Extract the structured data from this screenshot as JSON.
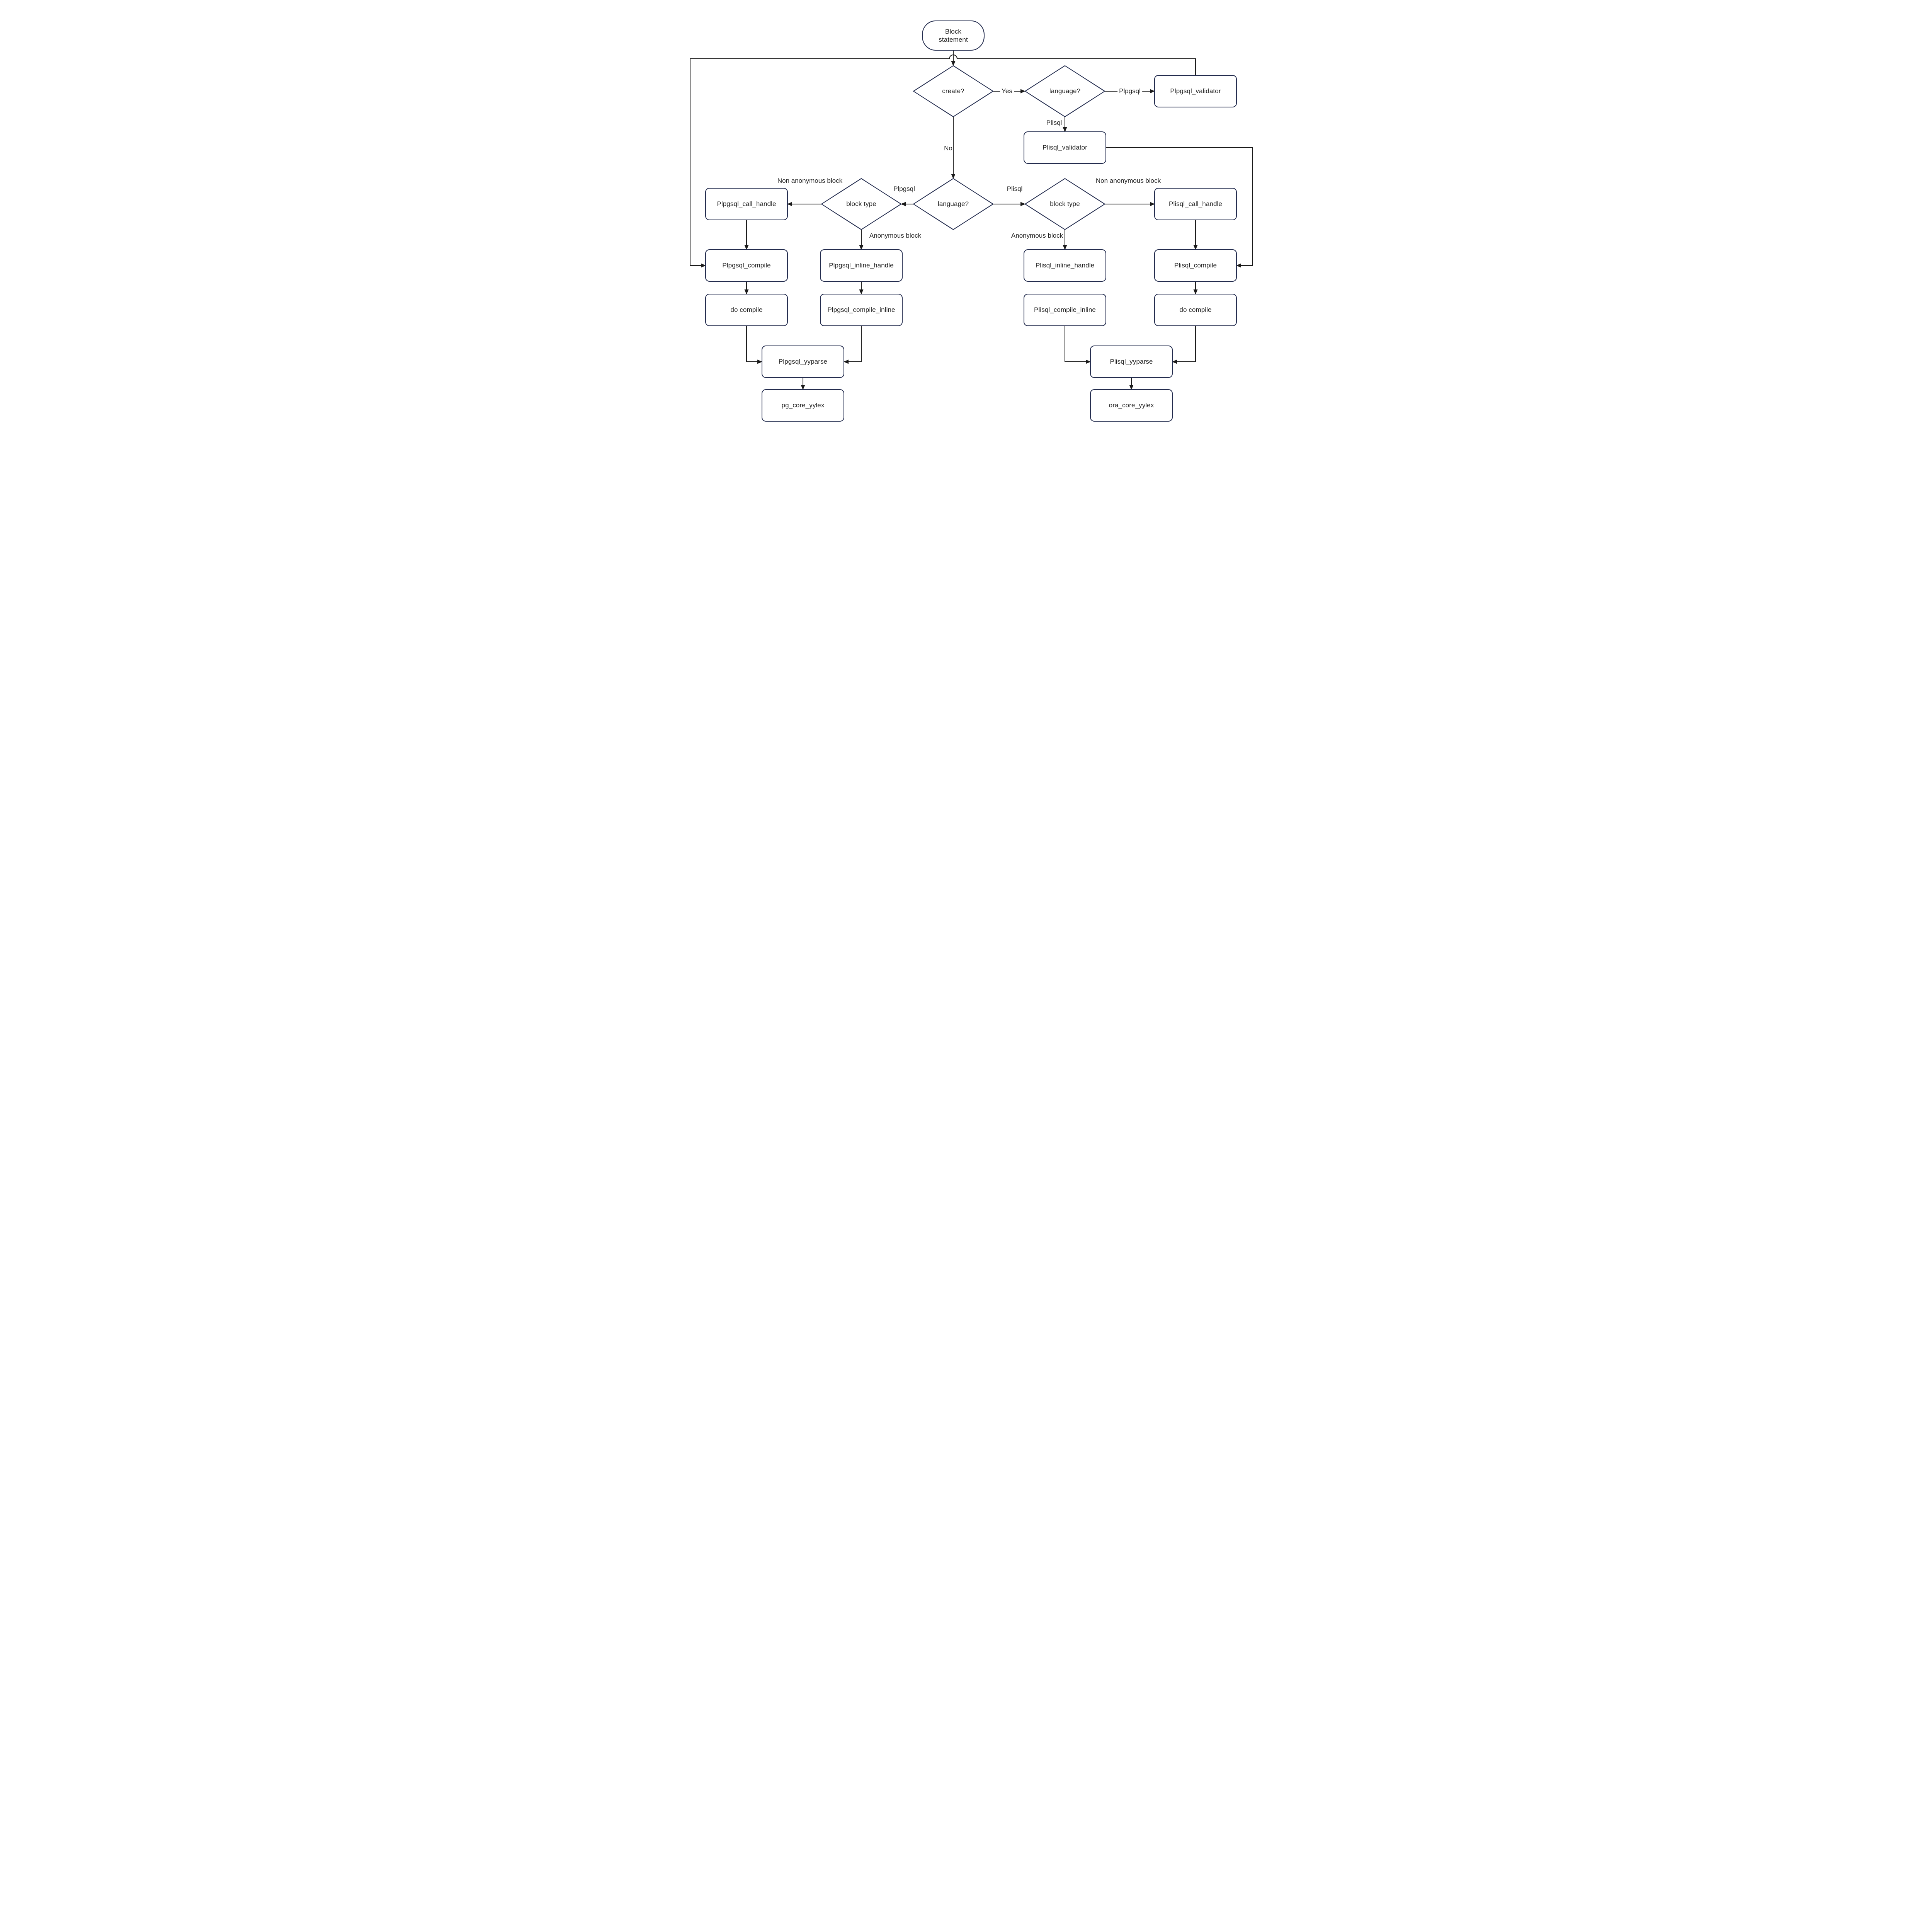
{
  "diagram": {
    "type": "flowchart",
    "colors": {
      "background": "#ffffff",
      "shape_border": "#232c4e",
      "connector": "#1a1a1a",
      "text": "#1f1f1f"
    },
    "nodes": {
      "block_statement": {
        "label": "Block statement",
        "shape": "terminator"
      },
      "create_q": {
        "label": "create?",
        "shape": "decision"
      },
      "language_top": {
        "label": "language?",
        "shape": "decision"
      },
      "plpgsql_validator": {
        "label": "Plpgsql_validator",
        "shape": "process"
      },
      "plisql_validator": {
        "label": "Plisql_validator",
        "shape": "process"
      },
      "language_mid": {
        "label": "language?",
        "shape": "decision"
      },
      "block_type_left": {
        "label": "block type",
        "shape": "decision"
      },
      "block_type_right": {
        "label": "block type",
        "shape": "decision"
      },
      "plpgsql_call_handle": {
        "label": "Plpgsql_call_handle",
        "shape": "process"
      },
      "plisql_call_handle": {
        "label": "Plisql_call_handle",
        "shape": "process"
      },
      "plpgsql_compile": {
        "label": "Plpgsql_compile",
        "shape": "process"
      },
      "plpgsql_inline_handle": {
        "label": "Plpgsql_inline_handle",
        "shape": "process"
      },
      "plisql_inline_handle": {
        "label": "Plisql_inline_handle",
        "shape": "process"
      },
      "plisql_compile": {
        "label": "Plisql_compile",
        "shape": "process"
      },
      "do_compile_left": {
        "label": "do compile",
        "shape": "process"
      },
      "plpgsql_compile_inline": {
        "label": "Plpgsql_compile_inline",
        "shape": "process"
      },
      "plisql_compile_inline": {
        "label": "Plisql_compile_inline",
        "shape": "process"
      },
      "do_compile_right": {
        "label": "do compile",
        "shape": "process"
      },
      "plpgsql_yyparse": {
        "label": "Plpgsql_yyparse",
        "shape": "process"
      },
      "plisql_yyparse": {
        "label": "Plisql_yyparse",
        "shape": "process"
      },
      "pg_core_yylex": {
        "label": "pg_core_yylex",
        "shape": "process"
      },
      "ora_core_yylex": {
        "label": "ora_core_yylex",
        "shape": "process"
      }
    },
    "edge_labels": {
      "yes": "Yes",
      "no": "No",
      "plpgsql_top": "Plpgsql",
      "plisql_top": "Plisql",
      "plpgsql_mid": "Plpgsql",
      "plisql_mid": "Plisql",
      "non_anonymous_left": "Non anonymous block",
      "anonymous_left": "Anonymous block",
      "non_anonymous_right": "Non anonymous block",
      "anonymous_right": "Anonymous block"
    },
    "edges": [
      {
        "from": "block_statement",
        "to": "create_q",
        "label": ""
      },
      {
        "from": "create_q",
        "to": "language_top",
        "label": "Yes"
      },
      {
        "from": "language_top",
        "to": "plpgsql_validator",
        "label": "Plpgsql"
      },
      {
        "from": "language_top",
        "to": "plisql_validator",
        "label": "Plisql"
      },
      {
        "from": "plpgsql_validator",
        "to": "plpgsql_compile",
        "label": ""
      },
      {
        "from": "plisql_validator",
        "to": "plisql_compile",
        "label": ""
      },
      {
        "from": "create_q",
        "to": "language_mid",
        "label": "No"
      },
      {
        "from": "language_mid",
        "to": "block_type_left",
        "label": "Plpgsql"
      },
      {
        "from": "language_mid",
        "to": "block_type_right",
        "label": "Plisql"
      },
      {
        "from": "block_type_left",
        "to": "plpgsql_call_handle",
        "label": "Non anonymous block"
      },
      {
        "from": "block_type_left",
        "to": "plpgsql_inline_handle",
        "label": "Anonymous block"
      },
      {
        "from": "block_type_right",
        "to": "plisql_call_handle",
        "label": "Non anonymous block"
      },
      {
        "from": "block_type_right",
        "to": "plisql_inline_handle",
        "label": "Anonymous block"
      },
      {
        "from": "plpgsql_call_handle",
        "to": "plpgsql_compile",
        "label": ""
      },
      {
        "from": "plpgsql_compile",
        "to": "do_compile_left",
        "label": ""
      },
      {
        "from": "do_compile_left",
        "to": "plpgsql_yyparse",
        "label": ""
      },
      {
        "from": "plpgsql_inline_handle",
        "to": "plpgsql_compile_inline",
        "label": ""
      },
      {
        "from": "plpgsql_compile_inline",
        "to": "plpgsql_yyparse",
        "label": ""
      },
      {
        "from": "plpgsql_yyparse",
        "to": "pg_core_yylex",
        "label": ""
      },
      {
        "from": "plisql_call_handle",
        "to": "plisql_compile",
        "label": ""
      },
      {
        "from": "plisql_compile",
        "to": "do_compile_right",
        "label": ""
      },
      {
        "from": "do_compile_right",
        "to": "plisql_yyparse",
        "label": ""
      },
      {
        "from": "plisql_inline_handle",
        "to": "plisql_compile_inline",
        "label": ""
      },
      {
        "from": "plisql_compile_inline",
        "to": "plisql_yyparse",
        "label": ""
      },
      {
        "from": "plisql_yyparse",
        "to": "ora_core_yylex",
        "label": ""
      }
    ]
  }
}
